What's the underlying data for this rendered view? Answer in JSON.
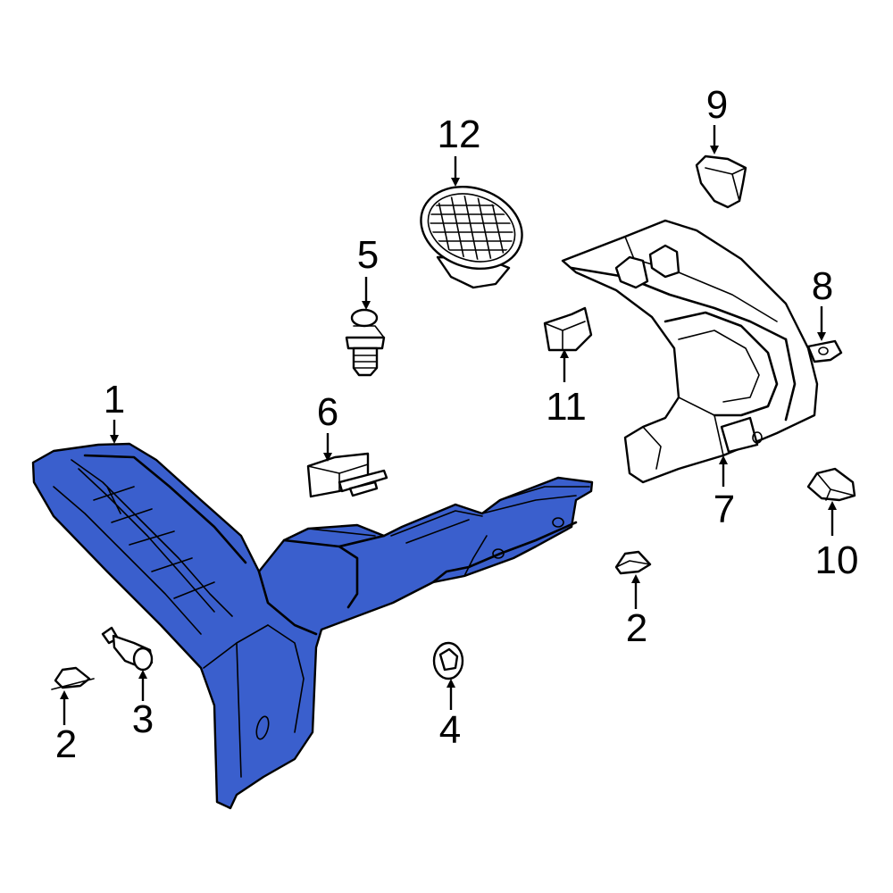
{
  "diagram": {
    "highlight_color": "#3a5fcd",
    "part_fill": "#ffffff",
    "line_color": "#000000",
    "callouts": [
      {
        "id": "c1",
        "text": "1"
      },
      {
        "id": "c2a",
        "text": "2"
      },
      {
        "id": "c2b",
        "text": "2"
      },
      {
        "id": "c3",
        "text": "3"
      },
      {
        "id": "c4",
        "text": "4"
      },
      {
        "id": "c5",
        "text": "5"
      },
      {
        "id": "c6",
        "text": "6"
      },
      {
        "id": "c7",
        "text": "7"
      },
      {
        "id": "c8",
        "text": "8"
      },
      {
        "id": "c9",
        "text": "9"
      },
      {
        "id": "c10",
        "text": "10"
      },
      {
        "id": "c11",
        "text": "11"
      },
      {
        "id": "c12",
        "text": "12"
      }
    ]
  }
}
